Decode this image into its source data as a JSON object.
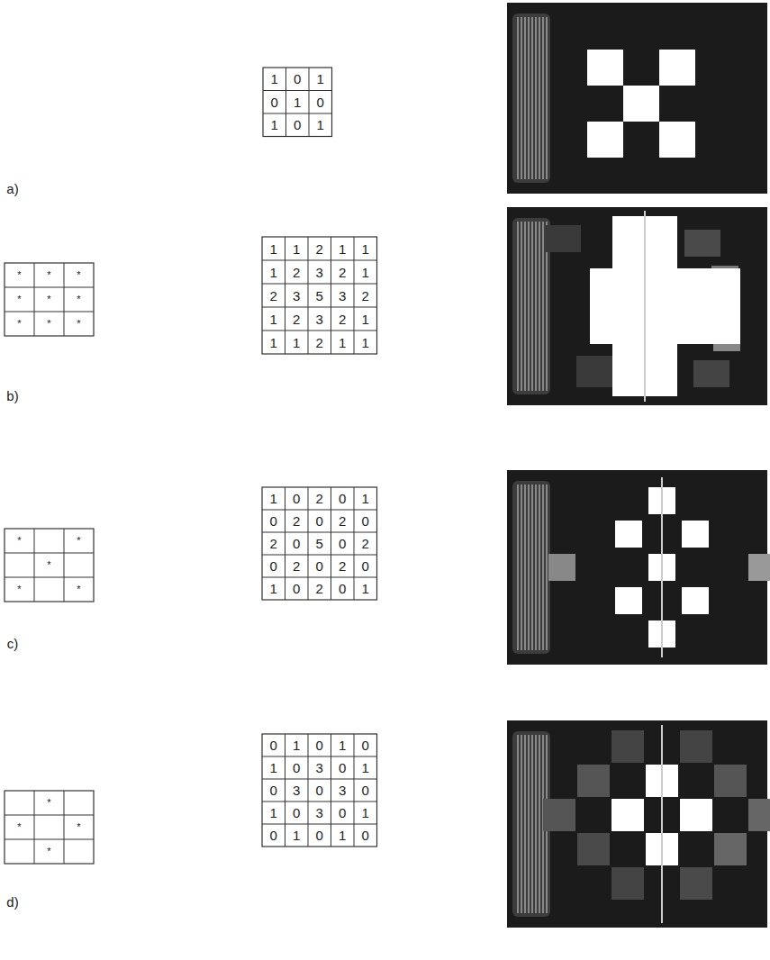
{
  "diagram": {
    "labels": [
      "1",
      "0",
      "1",
      "0",
      "1",
      "0",
      "1",
      "0",
      "1",
      "a)",
      "*",
      "*",
      "*",
      "*",
      "*",
      "*",
      "*",
      "*",
      "*",
      "1",
      "1",
      "2",
      "1",
      "1",
      "1",
      "2",
      "3",
      "2",
      "1",
      "2",
      "3",
      "5",
      "3",
      "2",
      "1",
      "2",
      "3",
      "2",
      "1",
      "1",
      "1",
      "2",
      "1",
      "1",
      "b)",
      "*",
      "*",
      "*",
      "*",
      "*",
      "1",
      "0",
      "2",
      "0",
      "1",
      "0",
      "2",
      "0",
      "2",
      "0",
      "2",
      "0",
      "5",
      "0",
      "2",
      "0",
      "2",
      "0",
      "2",
      "0",
      "1",
      "0",
      "2",
      "0",
      "1",
      "c)",
      "*",
      "*",
      "*",
      "*",
      "0",
      "1",
      "0",
      "1",
      "0",
      "1",
      "0",
      "3",
      "0",
      "1",
      "0",
      "3",
      "0",
      "3",
      "0",
      "1",
      "0",
      "3",
      "0",
      "1",
      "0",
      "1",
      "0",
      "1",
      "0",
      "d)"
    ]
  }
}
